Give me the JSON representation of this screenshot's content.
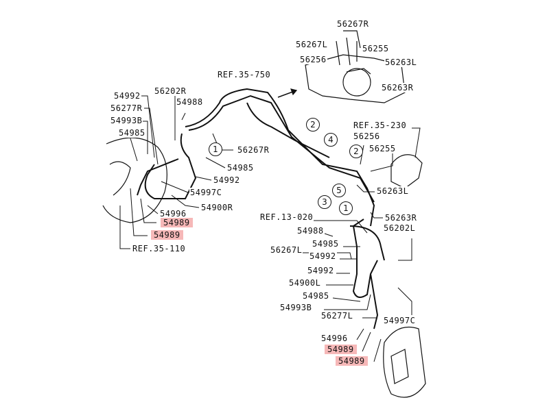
{
  "diagram": {
    "type": "brake line parts diagram",
    "highlight_color": "#f6b8b8",
    "labels": [
      {
        "text": "56267R",
        "highlighted": false
      },
      {
        "text": "56267L",
        "highlighted": false
      },
      {
        "text": "56255",
        "highlighted": false
      },
      {
        "text": "56256",
        "highlighted": false
      },
      {
        "text": "56263L",
        "highlighted": false
      },
      {
        "text": "56263R",
        "highlighted": false
      },
      {
        "text": "REF.35-750",
        "highlighted": false
      },
      {
        "text": "54992",
        "highlighted": false
      },
      {
        "text": "56202R",
        "highlighted": false
      },
      {
        "text": "56277R",
        "highlighted": false
      },
      {
        "text": "54988",
        "highlighted": false
      },
      {
        "text": "54993B",
        "highlighted": false
      },
      {
        "text": "54985",
        "highlighted": false
      },
      {
        "text": "56267R",
        "highlighted": false
      },
      {
        "text": "54985",
        "highlighted": false
      },
      {
        "text": "54992",
        "highlighted": false
      },
      {
        "text": "54997C",
        "highlighted": false
      },
      {
        "text": "54900R",
        "highlighted": false
      },
      {
        "text": "54996",
        "highlighted": false
      },
      {
        "text": "54989",
        "highlighted": true
      },
      {
        "text": "54989",
        "highlighted": true
      },
      {
        "text": "REF.35-110",
        "highlighted": false
      },
      {
        "text": "REF.35-230",
        "highlighted": false
      },
      {
        "text": "56256",
        "highlighted": false
      },
      {
        "text": "56255",
        "highlighted": false
      },
      {
        "text": "56263L",
        "highlighted": false
      },
      {
        "text": "REF.13-020",
        "highlighted": false
      },
      {
        "text": "56263R",
        "highlighted": false
      },
      {
        "text": "54988",
        "highlighted": false
      },
      {
        "text": "56202L",
        "highlighted": false
      },
      {
        "text": "54985",
        "highlighted": false
      },
      {
        "text": "56267L",
        "highlighted": false
      },
      {
        "text": "54992",
        "highlighted": false
      },
      {
        "text": "54992",
        "highlighted": false
      },
      {
        "text": "54900L",
        "highlighted": false
      },
      {
        "text": "54985",
        "highlighted": false
      },
      {
        "text": "54993B",
        "highlighted": false
      },
      {
        "text": "56277L",
        "highlighted": false
      },
      {
        "text": "54997C",
        "highlighted": false
      },
      {
        "text": "54996",
        "highlighted": false
      },
      {
        "text": "54989",
        "highlighted": true
      },
      {
        "text": "54989",
        "highlighted": true
      }
    ],
    "callouts": [
      "1",
      "2",
      "4",
      "2",
      "5",
      "3",
      "1"
    ]
  }
}
